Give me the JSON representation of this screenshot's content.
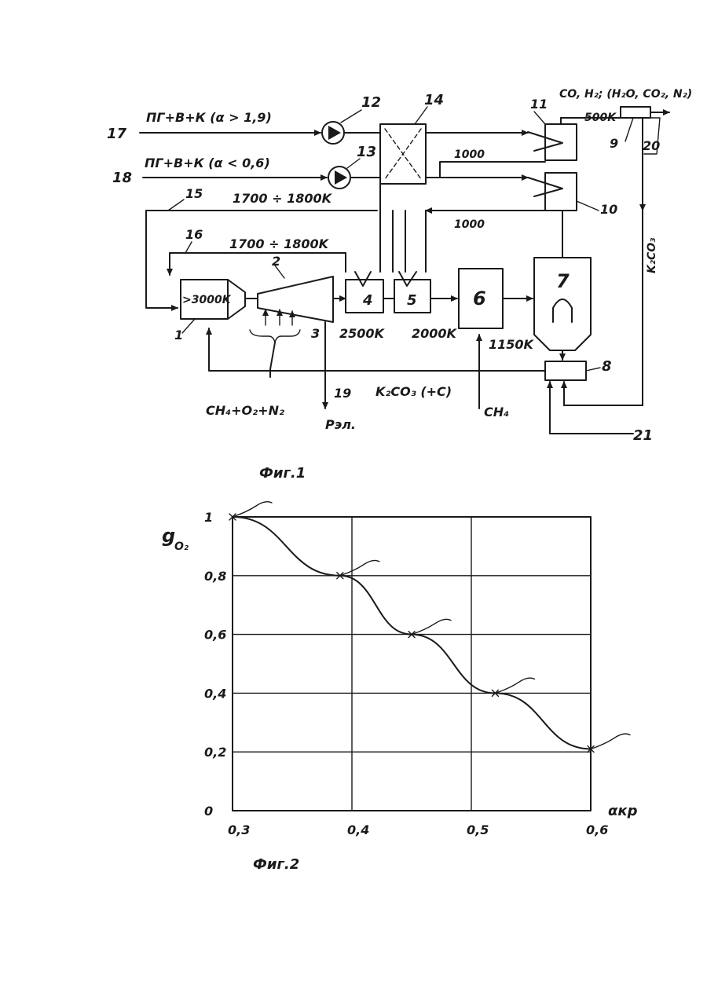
{
  "fig1": {
    "caption": "Фиг.1",
    "streams": {
      "s17": "17",
      "s18": "18",
      "s15": "15",
      "s16": "16",
      "s19": "19",
      "s20": "20",
      "s21": "21",
      "in17": "ПГ+В+К (α > 1,9)",
      "in18": "ПГ+В+К (α < 0,6)",
      "out_top": "CO, H₂; (H₂O, CO₂, N₂)",
      "p_el": "Pэл.",
      "k2co3_side": "K₂CO₃",
      "k2co3_bottom": "K₂CO₃ (+C)",
      "ch4_bottom": "CH₄",
      "ch4_mix": "CH₄+O₂+N₂"
    },
    "units": {
      "u1": "1",
      "u2": "2",
      "u3": "3",
      "u4": "4",
      "u5": "5",
      "u6": "6",
      "u7": "7",
      "u8": "8",
      "u9": "9",
      "u10": "10",
      "u11": "11",
      "u12": "12",
      "u13": "13",
      "u14": "14"
    },
    "temps": {
      "t_chamber": ">3000K",
      "t_2500": "2500K",
      "t_2000": "2000K",
      "t_1150": "1150K",
      "t_500": "500K",
      "t_1000a": "1000",
      "t_1000b": "1000",
      "t_range15": "1700 ÷ 1800K",
      "t_range16": "1700 ÷ 1800K"
    }
  },
  "fig2": {
    "caption": "Фиг.2",
    "y_label": "g",
    "y_label_sub": "O₂",
    "x_label": "αкр",
    "y_ticks": [
      "0",
      "0,2",
      "0,4",
      "0,6",
      "0,8",
      "1"
    ],
    "x_ticks": [
      "0,3",
      "0,4",
      "0,5",
      "0,6"
    ]
  },
  "chart_data": {
    "type": "line",
    "x": [
      0.3,
      0.39,
      0.45,
      0.52,
      0.6
    ],
    "series": [
      {
        "values": [
          1.0,
          0.8,
          0.6,
          0.4,
          0.21
        ]
      }
    ],
    "xlim": [
      0.3,
      0.6
    ],
    "ylim": [
      0,
      1
    ],
    "grid": true
  }
}
